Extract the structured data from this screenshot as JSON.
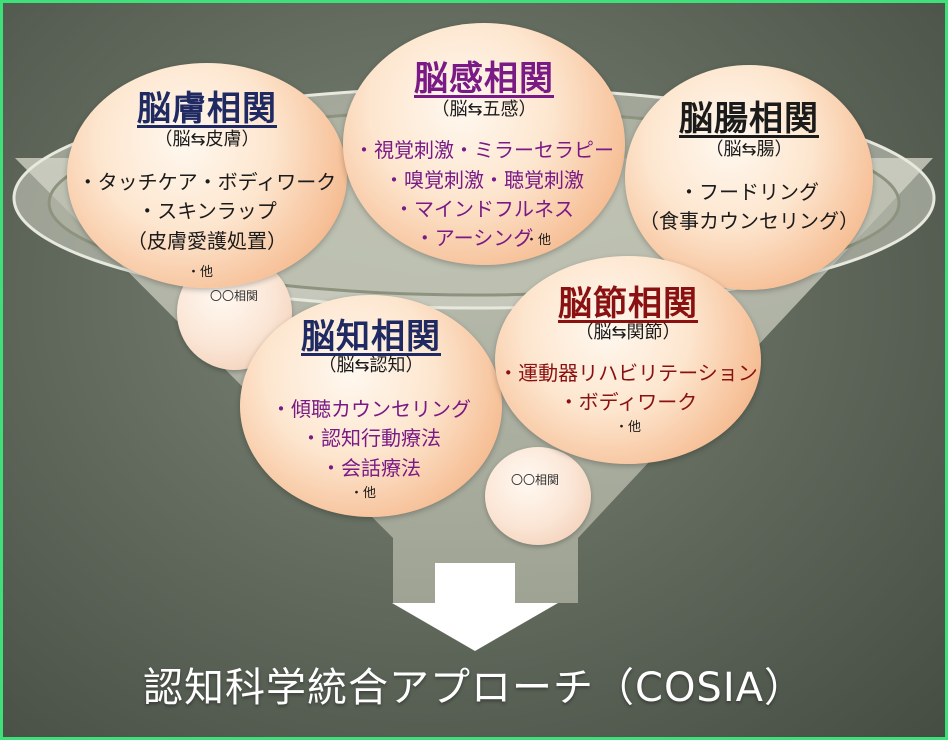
{
  "diagram": {
    "skin": {
      "title": "脳膚相関",
      "sub": "（脳⇆皮膚）",
      "items": [
        "・タッチケア・ボディワーク",
        "・スキンラップ",
        "（皮膚愛護処置）"
      ],
      "etc": "・他"
    },
    "senses": {
      "title": "脳感相関",
      "sub": "（脳⇆五感）",
      "items": [
        "・視覚刺激・ミラーセラピー",
        "・嗅覚刺激・聴覚刺激",
        "・マインドフルネス",
        "・アーシング"
      ],
      "etc": "・他"
    },
    "gut": {
      "title": "脳腸相関",
      "sub": "（脳⇆腸）",
      "items": [
        "・フードリング",
        "（食事カウンセリング）"
      ]
    },
    "cognition": {
      "title": "脳知相関",
      "sub": "（脳⇆認知）",
      "items": [
        "・傾聴カウンセリング",
        "・認知行動療法",
        "・会話療法"
      ],
      "etc": "・他"
    },
    "joint": {
      "title": "脳節相関",
      "sub": "（脳⇆関節）",
      "items": [
        "・運動器リハビリテーション",
        "・ボディワーク"
      ],
      "etc": "・他"
    },
    "blank_left": "〇〇相関",
    "blank_bottom": "〇〇相関",
    "bottom_label": "認知科学統合アプローチ（COSIA）"
  }
}
